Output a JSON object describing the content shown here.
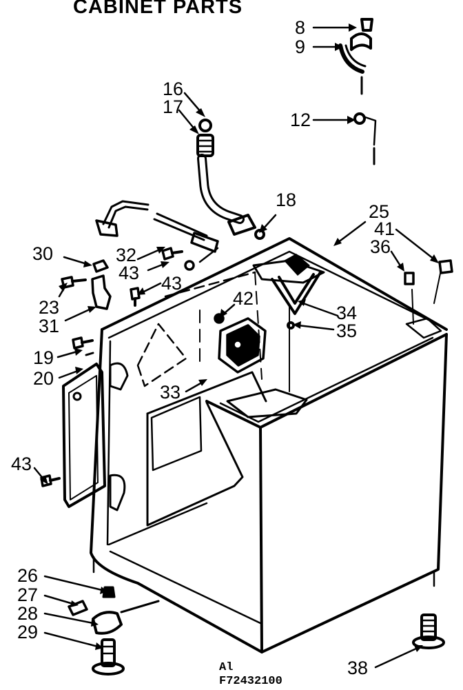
{
  "title": "CABINET PARTS",
  "callouts": [
    "8",
    "9",
    "12",
    "16",
    "17",
    "18",
    "25",
    "41",
    "36",
    "30",
    "32",
    "43",
    "43",
    "42",
    "23",
    "31",
    "34",
    "35",
    "19",
    "20",
    "33",
    "43",
    "26",
    "27",
    "28",
    "29",
    "38"
  ],
  "codes": [
    "Al",
    "F72432100"
  ]
}
